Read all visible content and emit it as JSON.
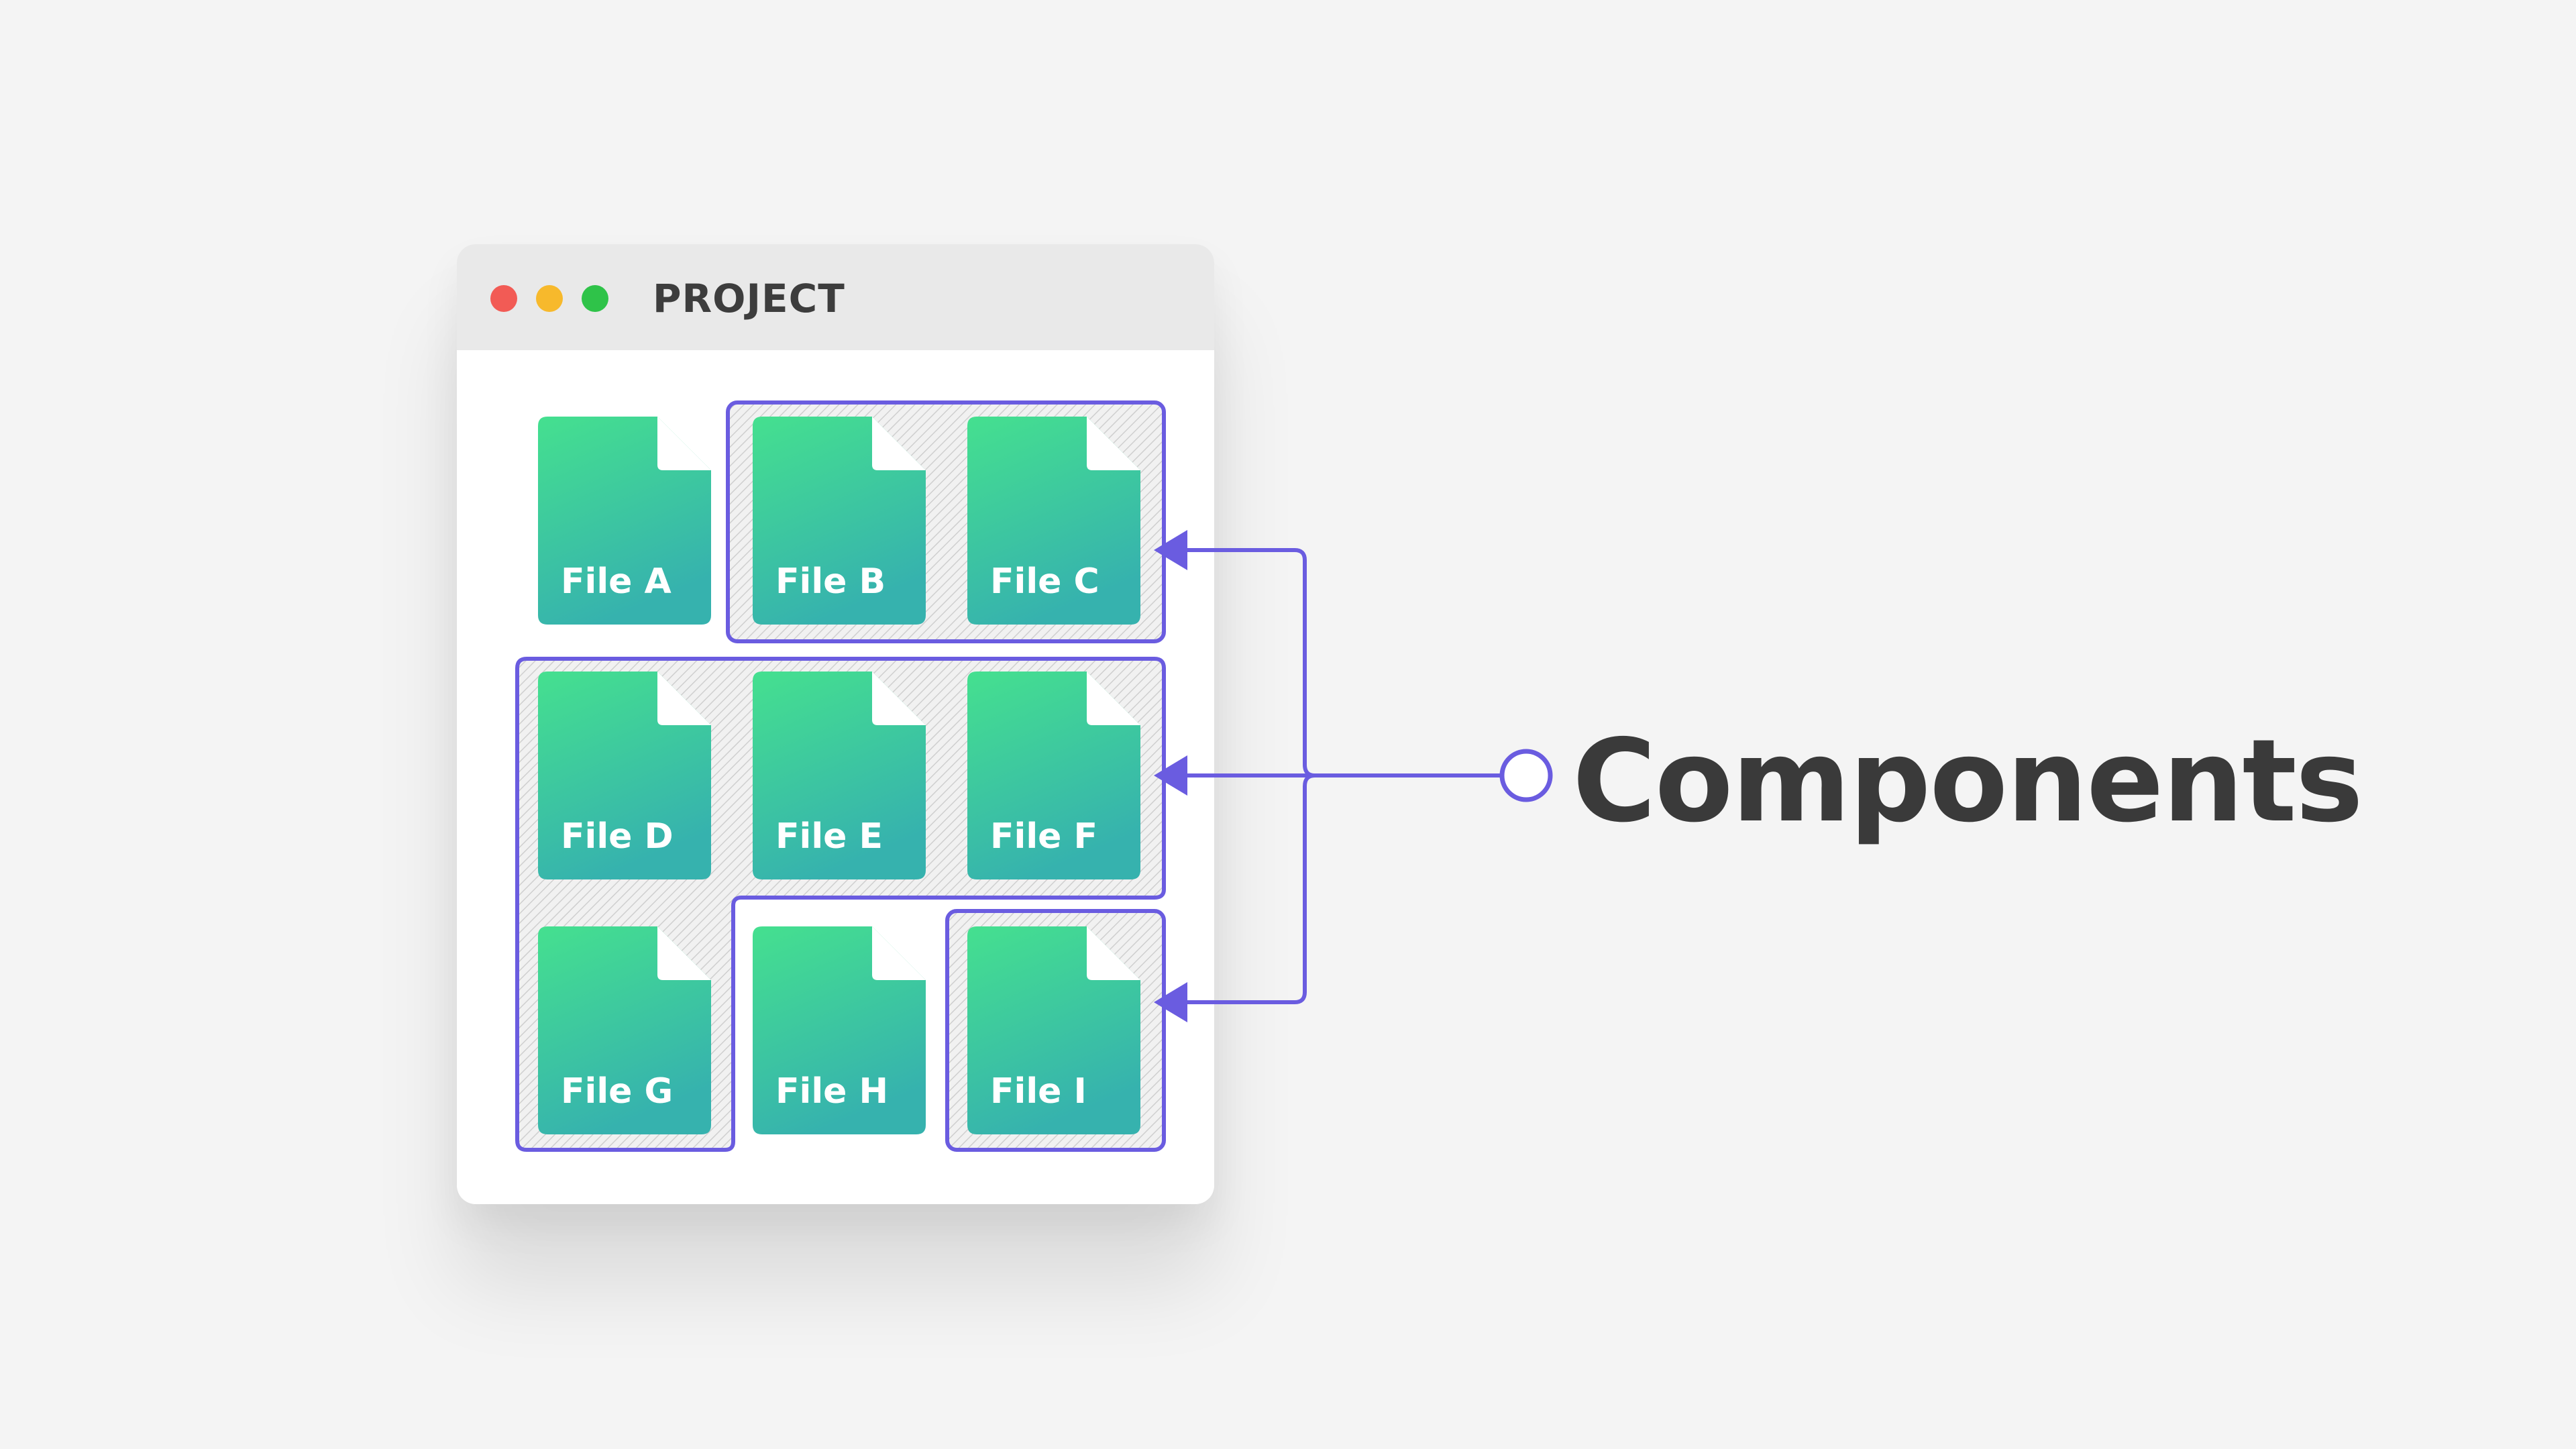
{
  "window": {
    "title": "PROJECT",
    "traffic_lights": {
      "close": "#f25b55",
      "minimize": "#f7b92c",
      "maximize": "#2fc349"
    }
  },
  "files": [
    {
      "label": "File A"
    },
    {
      "label": "File B"
    },
    {
      "label": "File C"
    },
    {
      "label": "File D"
    },
    {
      "label": "File E"
    },
    {
      "label": "File F"
    },
    {
      "label": "File G"
    },
    {
      "label": "File H"
    },
    {
      "label": "File I"
    }
  ],
  "callout": {
    "label": "Components"
  },
  "colors": {
    "background": "#f4f4f4",
    "file_gradient_top": "#45e08f",
    "file_gradient_bottom": "#36b2ae",
    "accent": "#6a5ce0",
    "text": "#3a3a3a"
  },
  "icons": {
    "file": "document-icon",
    "arrow": "arrowhead-left-icon",
    "anchor": "circle-anchor-icon"
  }
}
